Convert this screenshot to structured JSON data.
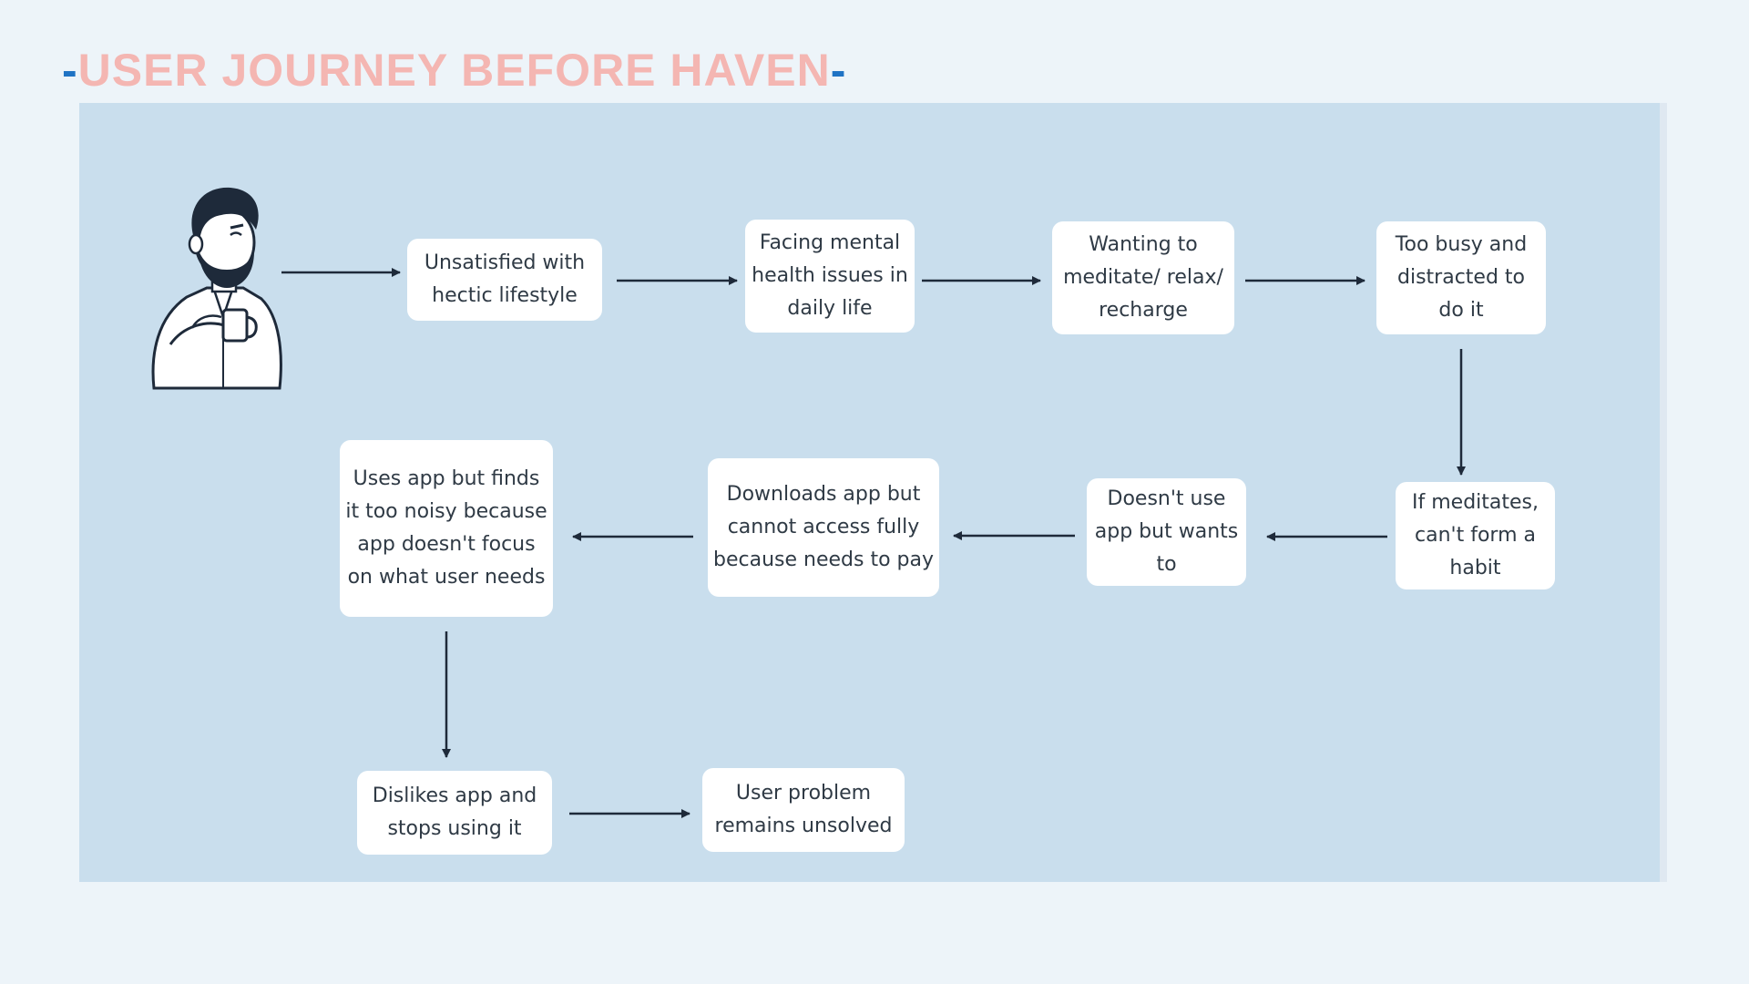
{
  "title": {
    "dash_left": "-",
    "text": "USER JOURNEY BEFORE HAVEN",
    "dash_right": "-"
  },
  "icons": {
    "user": "man-holding-coffee-mug-icon"
  },
  "colors": {
    "title": "#f4b6b2",
    "title_dash": "#1f73c4",
    "panel": "#c9deed",
    "box": "#ffffff",
    "text": "#2f3a45",
    "arrow": "#1e2a3a"
  },
  "steps": [
    {
      "id": "s1",
      "text": "Unsatisfied with hectic lifestyle"
    },
    {
      "id": "s2",
      "text": "Facing mental health issues in daily life"
    },
    {
      "id": "s3",
      "text": "Wanting to meditate/ relax/ recharge"
    },
    {
      "id": "s4",
      "text": "Too busy and distracted to do it"
    },
    {
      "id": "s5",
      "text": "If meditates, can't form a habit"
    },
    {
      "id": "s6",
      "text": "Doesn't use app but wants to"
    },
    {
      "id": "s7",
      "text": "Downloads app but cannot access fully because needs to pay"
    },
    {
      "id": "s8",
      "text": "Uses app but finds it too noisy because app doesn't focus on what user needs"
    },
    {
      "id": "s9",
      "text": "Dislikes app and stops using it"
    },
    {
      "id": "s10",
      "text": "User problem remains unsolved"
    }
  ],
  "edges": [
    [
      "user",
      "s1"
    ],
    [
      "s1",
      "s2"
    ],
    [
      "s2",
      "s3"
    ],
    [
      "s3",
      "s4"
    ],
    [
      "s4",
      "s5"
    ],
    [
      "s5",
      "s6"
    ],
    [
      "s6",
      "s7"
    ],
    [
      "s7",
      "s8"
    ],
    [
      "s8",
      "s9"
    ],
    [
      "s9",
      "s10"
    ]
  ]
}
